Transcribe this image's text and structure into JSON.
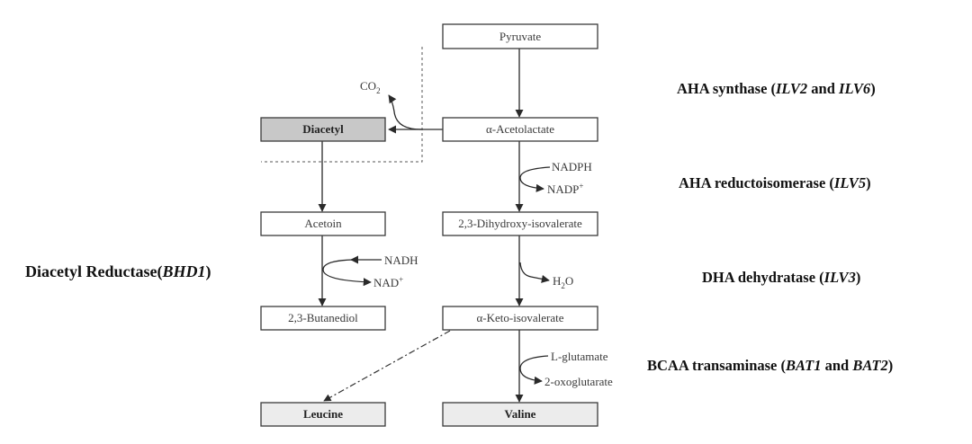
{
  "nodes": {
    "pyruvate": "Pyruvate",
    "acetolactate": "α-Acetolactate",
    "diacetyl": "Diacetyl",
    "acetoin": "Acetoin",
    "dihydroxy": "2,3-Dihydroxy-isovalerate",
    "butanediol": "2,3-Butanediol",
    "keto": "α-Keto-isovalerate",
    "leucine": "Leucine",
    "valine": "Valine"
  },
  "cofactors": {
    "co2_main": "CO",
    "co2_sub": "2",
    "nadph": "NADPH",
    "nadp_main": "NADP",
    "nadp_sup": "+",
    "h2o_h": "H",
    "h2o_sub": "2",
    "h2o_o": "O",
    "nadh": "NADH",
    "nad_main": "NAD",
    "nad_sup": "+",
    "lglutamate": "L-glutamate",
    "oxoglutarate": "2-oxoglutarate"
  },
  "enzymes": {
    "aha_synthase": {
      "pre": "AHA synthase (",
      "g1": "ILV2",
      "mid": " and ",
      "g2": "ILV6",
      "post": ")"
    },
    "aha_reducto": {
      "pre": "AHA reductoisomerase (",
      "g1": "ILV5",
      "post": ")"
    },
    "dha_dehydratase": {
      "pre": "DHA dehydratase (",
      "g1": "ILV3",
      "post": ")"
    },
    "bcaa_trans": {
      "pre": "BCAA transaminase (",
      "g1": "BAT1",
      "mid": " and ",
      "g2": "BAT2",
      "post": ")"
    },
    "diacetyl_reductase": {
      "pre": "Diacetyl Reductase(",
      "g1": "BHD1",
      "post": ")"
    }
  },
  "colors": {
    "shaded_node": "#c8c8c8",
    "light_node": "#ececec",
    "stroke": "#3a3a3a"
  }
}
